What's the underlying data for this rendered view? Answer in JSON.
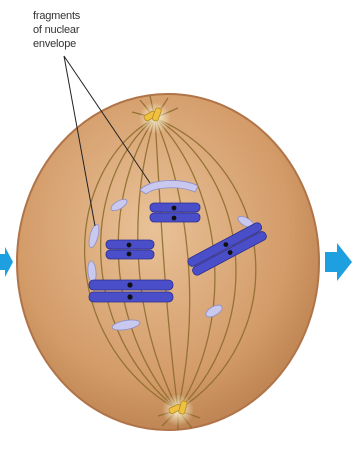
{
  "label": {
    "lines": [
      "fragments",
      "of nuclear",
      "envelope"
    ]
  },
  "colors": {
    "cell_fill": "#d49c6a",
    "cell_fill_light": "#e8bd8f",
    "cell_outline": "#b07448",
    "spindle_fiber": "#8a6a2a",
    "chromosome": "#4a4ec8",
    "chromosome_dark": "#2c2f8c",
    "centromere": "#111111",
    "envelope_fragment": "#c9c9ef",
    "centrosome": "#f0c040",
    "arrow": "#1ea0e0",
    "label_text": "#333333"
  },
  "icons": {
    "left_arrow": "arrow-right-icon",
    "right_arrow": "arrow-right-icon"
  }
}
